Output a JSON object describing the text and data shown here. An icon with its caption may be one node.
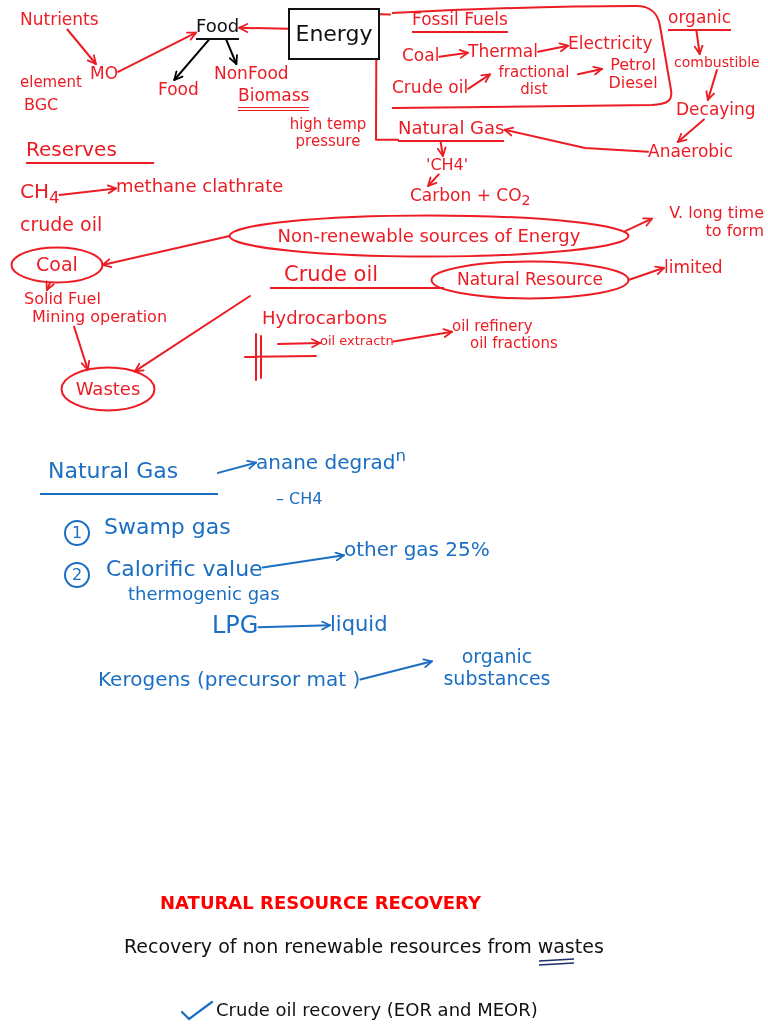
{
  "diagram": {
    "title": "NATURAL RESOURCE RECOVERY",
    "nodes": [
      {
        "text": [
          "Nutrients"
        ]
      },
      {
        "text": [
          "MO"
        ]
      },
      {
        "text": [
          "Food"
        ]
      },
      {
        "text": [
          "Food"
        ]
      },
      {
        "text": [
          "NonFood"
        ]
      },
      {
        "text": [
          "Energy"
        ]
      },
      {
        "text": [
          "Fossil Fuels"
        ]
      },
      {
        "text": [
          "Coal"
        ],
        "in": 6
      },
      {
        "text": [
          "Thermal"
        ],
        "in": 6
      },
      {
        "text": [
          "Electricity"
        ],
        "in": 6
      },
      {
        "text": [
          "Crude oil"
        ],
        "in": 6
      },
      {
        "text": [
          "fractional dist"
        ],
        "in": 6
      },
      {
        "text": [
          "Petrol Diesel"
        ],
        "in": 6
      },
      {
        "text": [
          "Natural Gas"
        ]
      },
      {
        "text": [
          "'CH4'"
        ]
      },
      {
        "text": [
          "Carbon + CO$_{2}$"
        ]
      },
      {
        "text": [
          "organic"
        ]
      },
      {
        "text": [
          "combustible"
        ]
      },
      {
        "text": [
          "Decaying"
        ]
      },
      {
        "text": [
          "Anaerobic"
        ]
      },
      {
        "text": [
          "CH$_{4}$"
        ]
      },
      {
        "text": [
          "methane clathrate"
        ]
      },
      {
        "text": [
          "Coal"
        ]
      },
      {
        "text": [
          "Solid Fuel",
          "Mining operation"
        ]
      },
      {
        "text": [
          "Wastes"
        ]
      },
      {
        "text": [
          "Non-renewable sources of Energy"
        ]
      },
      {
        "text": [
          "V. long time to form"
        ]
      },
      {
        "text": [
          "Natural Resource"
        ]
      },
      {
        "text": [
          "limited"
        ]
      },
      {
        "text": [
          "oil extractn"
        ]
      },
      {
        "text": [
          "oil refinery",
          "oil fractions"
        ]
      },
      {
        "text": [
          "Natural Gas"
        ]
      },
      {
        "text": [
          "anane degrad$^{n}$"
        ]
      },
      {
        "text": [
          "Calorific value"
        ]
      },
      {
        "text": [
          "other gas 25%"
        ]
      },
      {
        "text": [
          "LPG"
        ]
      },
      {
        "text": [
          "liquid"
        ]
      },
      {
        "text": [
          "Kerogens (precursor mat )"
        ]
      },
      {
        "text": [
          "organic substances"
        ]
      }
    ],
    "edges": [
      {
        "from": 0,
        "to": 1,
        "arrow": "to"
      },
      {
        "from": 1,
        "to": 2,
        "arrow": "to"
      },
      {
        "from": 5,
        "to": 2,
        "arrow": "to"
      },
      {
        "from": 2,
        "to": 3,
        "arrow": "to",
        "color": "#000000"
      },
      {
        "from": 2,
        "to": 4,
        "arrow": "to",
        "color": "#000000"
      },
      {
        "from": 5,
        "to": 6,
        "arrow": "none"
      },
      {
        "from": 7,
        "to": 8,
        "arrow": "to"
      },
      {
        "from": 8,
        "to": 9,
        "arrow": "to"
      },
      {
        "from": 10,
        "to": 11,
        "arrow": "to"
      },
      {
        "from": 11,
        "to": 12,
        "arrow": "to"
      },
      {
        "from": 5,
        "to": 13,
        "arrow": "none",
        "label": "high temp pressure"
      },
      {
        "from": 13,
        "to": 14,
        "arrow": "to"
      },
      {
        "from": 14,
        "to": 15,
        "arrow": "to"
      },
      {
        "from": 16,
        "to": 17,
        "arrow": "to"
      },
      {
        "from": 17,
        "to": 18,
        "arrow": "to"
      },
      {
        "from": 18,
        "to": 19,
        "arrow": "to"
      },
      {
        "from": 19,
        "to": 13,
        "arrow": "to"
      },
      {
        "from": 20,
        "to": 21,
        "arrow": "to"
      },
      {
        "from": 25,
        "to": 22,
        "arrow": "to"
      },
      {
        "from": 22,
        "to": 23,
        "arrow": "to"
      },
      {
        "from": 23,
        "to": 24,
        "arrow": "to"
      },
      {
        "from": 25,
        "to": 26,
        "arrow": "to"
      },
      {
        "from": 27,
        "to": 28,
        "arrow": "to"
      },
      {
        "from": null,
        "to": 24,
        "arrow": "to"
      },
      {
        "from": null,
        "to": 29,
        "arrow": "to"
      },
      {
        "from": 29,
        "to": 30,
        "arrow": "to"
      },
      {
        "from": 31,
        "to": 32,
        "arrow": "to",
        "color": "#1b6ec2"
      },
      {
        "from": 33,
        "to": 34,
        "arrow": "to",
        "color": "#1b6ec2"
      },
      {
        "from": 35,
        "to": 36,
        "arrow": "to",
        "color": "#1b6ec2"
      },
      {
        "from": 37,
        "to": 38,
        "arrow": "to",
        "color": "#1b6ec2"
      }
    ],
    "labels": [
      "element",
      "BGC",
      "Biomass",
      "Reserves",
      "crude oil",
      "Crude oil",
      "Hydrocarbons",
      "– CH4",
      "1",
      "Swamp gas",
      "2",
      "thermogenic gas",
      "Recovery of non renewable resources from wastes",
      "Crude oil recovery (EOR and MEOR)"
    ]
  }
}
